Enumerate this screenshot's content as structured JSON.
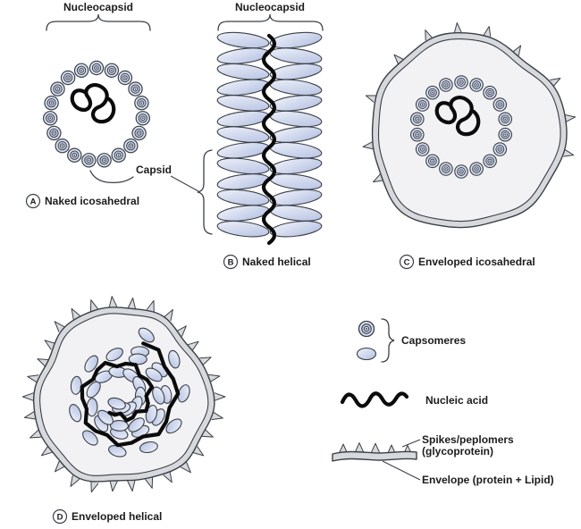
{
  "panels": {
    "a": {
      "badge": "A",
      "caption": "Naked icosahedral",
      "top_label": "Nucleocapsid",
      "capsid_label": "Capsid"
    },
    "b": {
      "badge": "B",
      "caption": "Naked helical",
      "top_label": "Nucleocapsid"
    },
    "c": {
      "badge": "C",
      "caption": "Enveloped icosahedral"
    },
    "d": {
      "badge": "D",
      "caption": "Enveloped helical"
    }
  },
  "legend": {
    "capsomeres_label": "Capsomeres",
    "nucleic_acid_label": "Nucleic acid",
    "spikes_label_line1": "Spikes/peplomers",
    "spikes_label_line2": "(glycoprotein)",
    "envelope_label": "Envelope (protein + Lipid)"
  },
  "colors": {
    "outline": "#3a3f47",
    "text": "#1c1c1c",
    "capsomere_fill": "#dce3f2",
    "oval_fill_light": "#f0f3fa",
    "oval_fill_dark": "#b4c0e2",
    "envelope_band": "#d8d9dd",
    "envelope_interior": "#f2f2f4",
    "nucleic_acid": "#0b0b0b"
  }
}
